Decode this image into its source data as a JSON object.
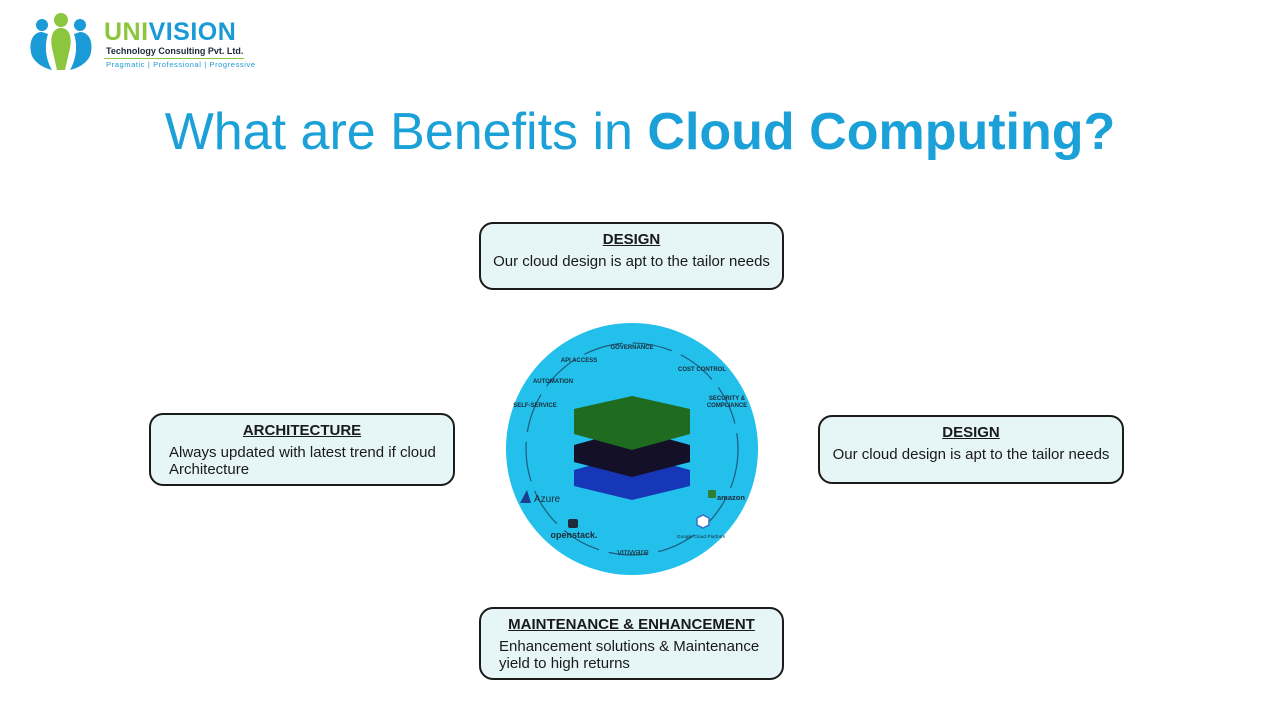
{
  "logo": {
    "name_part1": "UNI",
    "name_part2": "VISION",
    "subtitle": "Technology Consulting Pvt. Ltd.",
    "tagline": "Pragmatic | Professional | Progressive"
  },
  "title": {
    "light": "What are Benefits in ",
    "bold": "Cloud Computing?"
  },
  "cards": {
    "top": {
      "heading": "DESIGN",
      "body": "Our cloud design is apt to the tailor needs"
    },
    "left": {
      "heading": "ARCHITECTURE",
      "body": "Always updated with latest trend if cloud Architecture"
    },
    "right": {
      "heading": "DESIGN",
      "body": "Our cloud design is apt to the tailor needs"
    },
    "bottom": {
      "heading": "MAINTENANCE & ENHANCEMENT",
      "body": "Enhancement solutions & Maintenance yield to high returns"
    }
  },
  "hub": {
    "ring_labels": {
      "governance": "GOVERNANCE",
      "api_access": "API ACCESS",
      "cost_control": "COST CONTROL",
      "automation": "AUTOMATION",
      "security_1": "SECURITY &",
      "security_2": "COMPLIANCE",
      "self_service": "SELF-SERVICE"
    },
    "vendors": {
      "azure": "Azure",
      "amazon": "amazon",
      "openstack": "openstack.",
      "google": "Google Cloud Platform",
      "vmware": "vmware"
    }
  },
  "colors": {
    "accent": "#1ba1d8",
    "logo_green": "#8cc63f",
    "card_bg": "#e6f5f5",
    "hub_bg": "#22c0ea",
    "layer_top": "#1f6b1f",
    "layer_mid": "#141028",
    "layer_bottom": "#1537b8"
  }
}
